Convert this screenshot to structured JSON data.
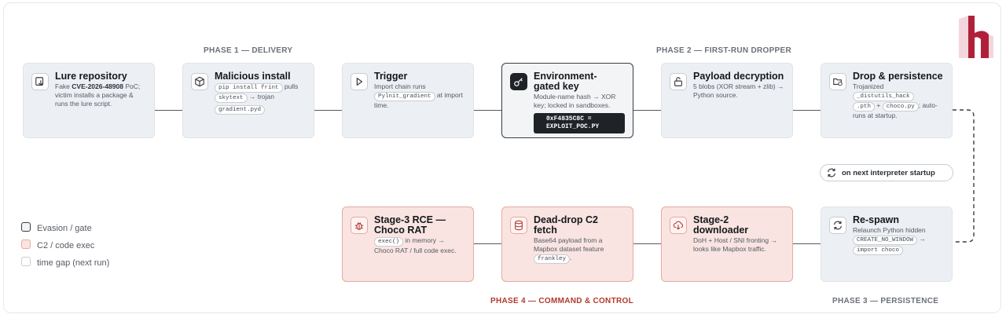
{
  "phases": {
    "p1": "PHASE 1 — DELIVERY",
    "p2": "PHASE 2 — FIRST-RUN DROPPER",
    "p3": "PHASE 3 — PERSISTENCE",
    "p4": "PHASE 4 — COMMAND & CONTROL"
  },
  "nodes": {
    "lure": {
      "title": "Lure repository",
      "body_pre": "Fake ",
      "body_bold": "CVE-2026-48908",
      "body_post": " PoC; victim installs a package & runs the lure script."
    },
    "install": {
      "title": "Malicious install",
      "chip1": "pip install frint",
      "text1": " pulls",
      "chip2": "skytext",
      "text2": " → trojan",
      "chip3": "gradient.pyd"
    },
    "trigger": {
      "title": "Trigger",
      "text1": "Import chain runs",
      "chip1": "Pylnit_gradient",
      "text2": " at import time."
    },
    "envkey": {
      "title": "Environment-gated key",
      "body": "Module-name hash → XOR key; locked in sandboxes.",
      "key_line1": "0xF4835C8C =",
      "key_line2": "EXPLOIT_POC.PY"
    },
    "decrypt": {
      "title": "Payload decryption",
      "body": "5 blobs (XOR stream + zlib) → Python source."
    },
    "drop": {
      "title": "Drop & persistence",
      "text1": "Trojanized ",
      "chip1": "_distutils_hack",
      "chip2": ".pth",
      "text2": " + ",
      "chip3": "choco.py",
      "text3": "; auto-runs at startup."
    },
    "rce": {
      "title": "Stage-3 RCE — Choco RAT",
      "chip1": "exec()",
      "text1": " in memory → Choco RAT / full code exec."
    },
    "deaddrop": {
      "title": "Dead-drop C2 fetch",
      "text1": "Base64 payload from a Mapbox dataset feature ",
      "chip1": "frankley",
      "text2": "."
    },
    "stage2": {
      "title": "Stage-2 downloader",
      "body": "DoH + Host / SNI fronting → looks like Mapbox traffic."
    },
    "respawn": {
      "title": "Re-spawn",
      "text1": "Relaunch Python hidden ",
      "chip1": "CREATE_NO_WINDOW",
      "text2": " → ",
      "chip2": "import choco"
    }
  },
  "loop_label": "on next interpreter startup",
  "legend": [
    {
      "label": "Evasion / gate",
      "color": "#3a3d42"
    },
    {
      "label": "C2 / code exec",
      "color": "#e7aaa2"
    },
    {
      "label": "time gap (next run)",
      "color": "#c9ccd1"
    }
  ],
  "icons": {
    "lure": "repository-icon",
    "install": "package-icon",
    "trigger": "play-icon",
    "envkey": "key-icon",
    "decrypt": "unlock-icon",
    "drop": "folder-clock-icon",
    "rce": "bug-icon",
    "deaddrop": "database-icon",
    "stage2": "cloud-download-icon",
    "respawn": "refresh-icon",
    "loop": "refresh-icon"
  },
  "colors": {
    "gate_border": "#3a3d42",
    "c2_fill": "#f9e4e1",
    "c2_border": "#e7aaa2",
    "phase4_text": "#b03a2e",
    "brand": "#b0203a"
  }
}
